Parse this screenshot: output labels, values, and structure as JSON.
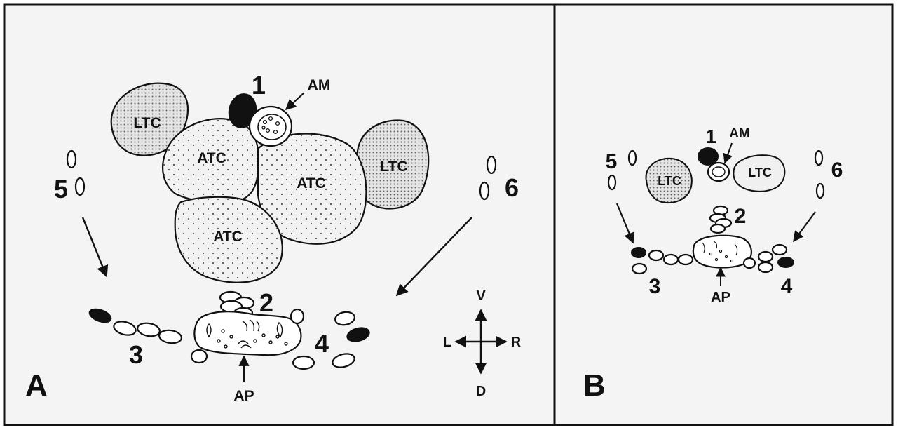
{
  "panel_a": {
    "letter": "A",
    "labels": {
      "ltc": "LTC",
      "atc": "ATC",
      "am": "AM",
      "ap": "AP",
      "n1": "1",
      "n2": "2",
      "n3": "3",
      "n4": "4",
      "n5": "5",
      "n6": "6"
    },
    "compass": {
      "v": "V",
      "d": "D",
      "l": "L",
      "r": "R"
    }
  },
  "panel_b": {
    "letter": "B",
    "labels": {
      "ltc": "LTC",
      "am": "AM",
      "ap": "AP",
      "n1": "1",
      "n2": "2",
      "n3": "3",
      "n4": "4",
      "n5": "5",
      "n6": "6"
    }
  },
  "colors": {
    "ink": "#111111",
    "panel": "#f3f3f3",
    "background": "#ffffff"
  }
}
